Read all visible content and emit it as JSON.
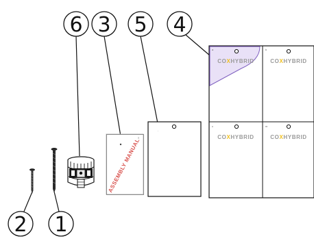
{
  "callouts": {
    "c6": "6",
    "c3": "3",
    "c5": "5",
    "c4": "4",
    "c2": "2",
    "c1": "1"
  },
  "manual": {
    "cover_text": "ASSEMBLY MANUAL"
  },
  "panels": {
    "brand_prefix": "CO",
    "brand_mark": "X",
    "brand_suffix": "HYBRID",
    "labels": [
      "a",
      "b",
      "c",
      "m"
    ]
  },
  "colors": {
    "highlight": "#e9e1f7",
    "highlight_stroke": "#7e5fbf",
    "manual_red": "#d9534f",
    "brand_x": "#f0c020",
    "brand_text": "#9a9a9a"
  }
}
